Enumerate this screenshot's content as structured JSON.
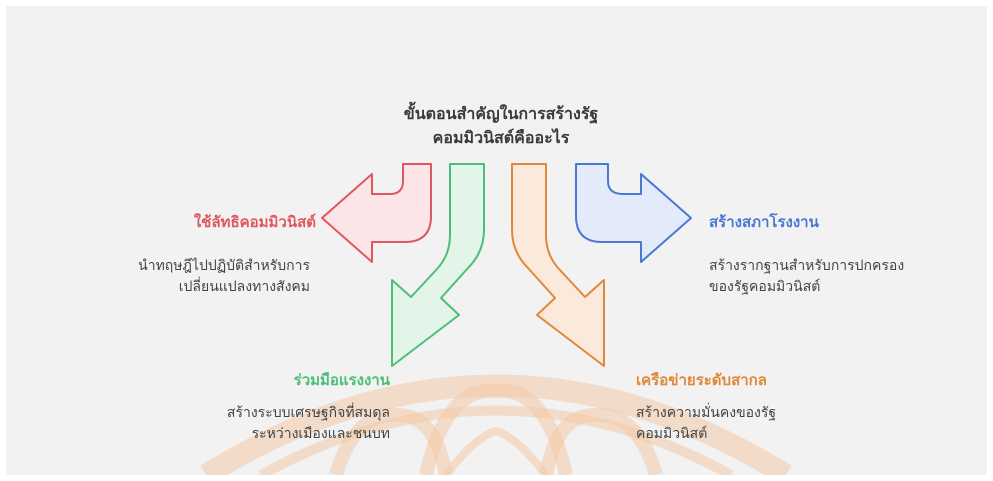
{
  "title": "ขั้นตอนสำคัญในการสร้างรัฐ\nคอมมิวนิสต์คืออะไร",
  "steps": [
    {
      "heading": "ใช้ลัทธิคอมมิวนิสต์",
      "description": "นำทฤษฎีไปปฏิบัติสำหรับการ\nเปลี่ยนแปลงทางสังคม",
      "color": "#e0575f"
    },
    {
      "heading": "สร้างสภาโรงงาน",
      "description": "สร้างรากฐานสำหรับการปกครอง\nของรัฐคอมมิวนิสต์",
      "color": "#4a78d6"
    },
    {
      "heading": "ร่วมมือแรงงาน",
      "description": "สร้างระบบเศรษฐกิจที่สมดุล\nระหว่างเมืองและชนบท",
      "color": "#4cbe78"
    },
    {
      "heading": "เครือข่ายระดับสากล",
      "description": "สร้างความมั่นคงของรัฐ\nคอมมิวนิสต์",
      "color": "#e0883a"
    }
  ]
}
